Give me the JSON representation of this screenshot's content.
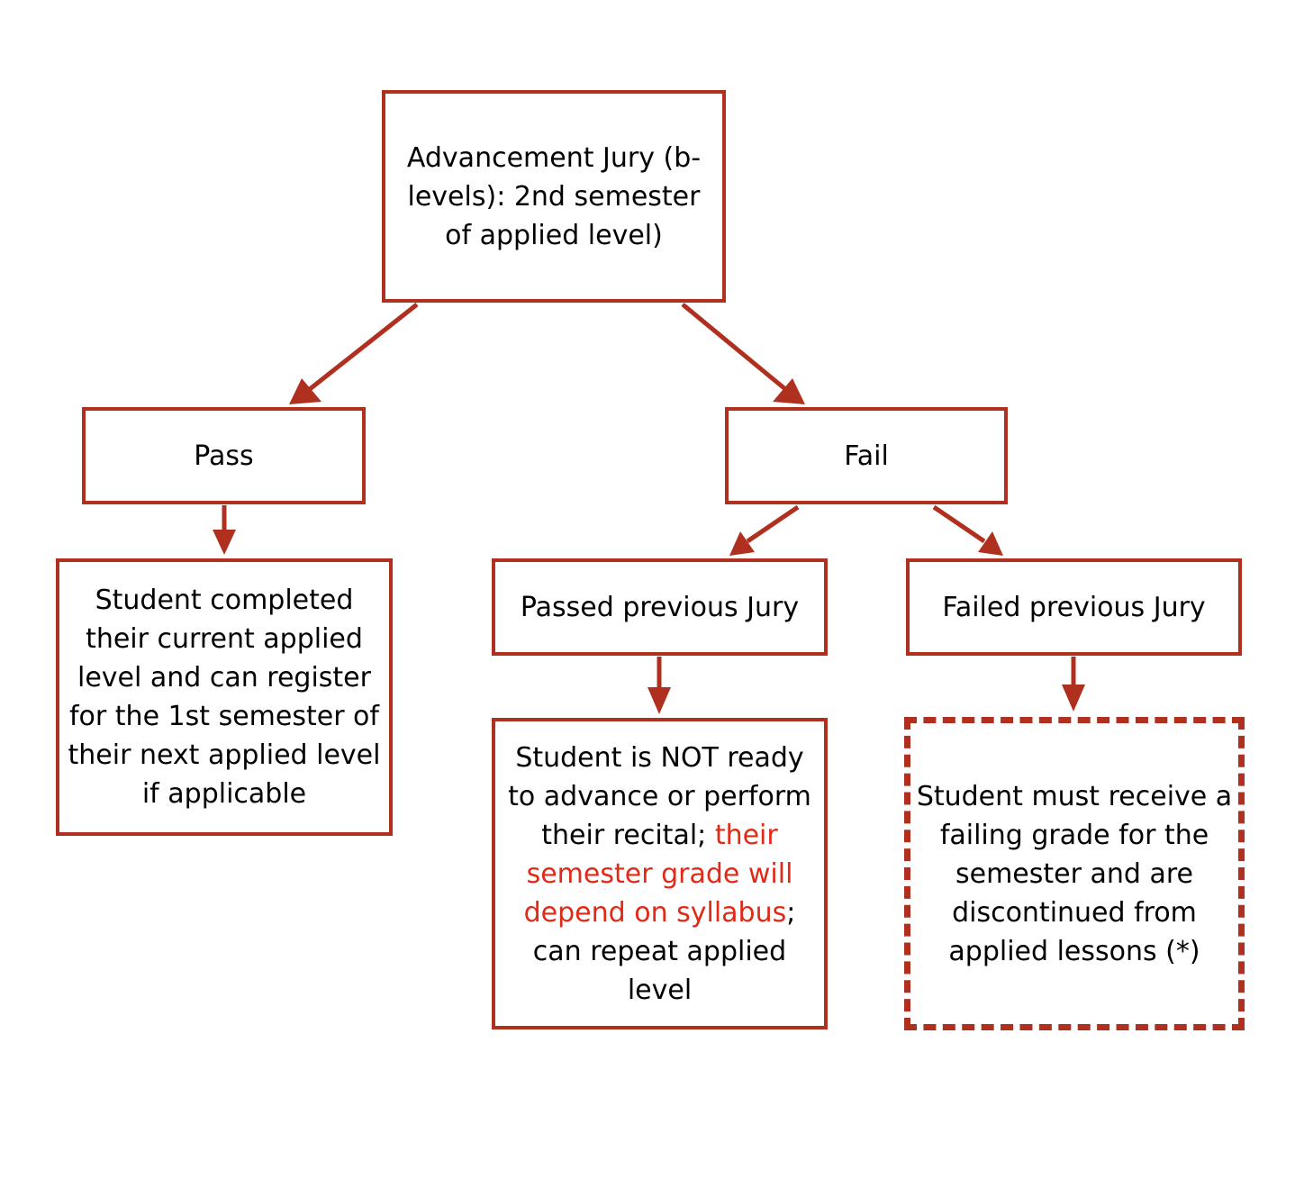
{
  "colors": {
    "border": "#b03020",
    "arrow": "#b03020",
    "highlight_text": "#e02a18",
    "text": "#000000"
  },
  "nodes": {
    "root": {
      "text": "Advancement Jury (b-levels): 2nd semester of applied level)"
    },
    "pass": {
      "text": "Pass"
    },
    "fail": {
      "text": "Fail"
    },
    "pass_result": {
      "text": "Student completed their current applied level and can register for the 1st semester of their next applied level if applicable"
    },
    "passed_previous": {
      "text": "Passed previous Jury"
    },
    "failed_previous": {
      "text": "Failed previous Jury"
    },
    "passed_previous_result": {
      "text_before": "Student is NOT ready to advance or perform their recital; ",
      "text_highlight": "their semester grade will depend on syllabus",
      "text_after": "; can repeat applied level"
    },
    "failed_previous_result": {
      "text": "Student must receive a failing grade for the semester and are discontinued from applied lessons (*)"
    }
  },
  "edges": [
    {
      "from": "root",
      "to": "pass"
    },
    {
      "from": "root",
      "to": "fail"
    },
    {
      "from": "pass",
      "to": "pass_result"
    },
    {
      "from": "fail",
      "to": "passed_previous"
    },
    {
      "from": "fail",
      "to": "failed_previous"
    },
    {
      "from": "passed_previous",
      "to": "passed_previous_result"
    },
    {
      "from": "failed_previous",
      "to": "failed_previous_result"
    }
  ]
}
